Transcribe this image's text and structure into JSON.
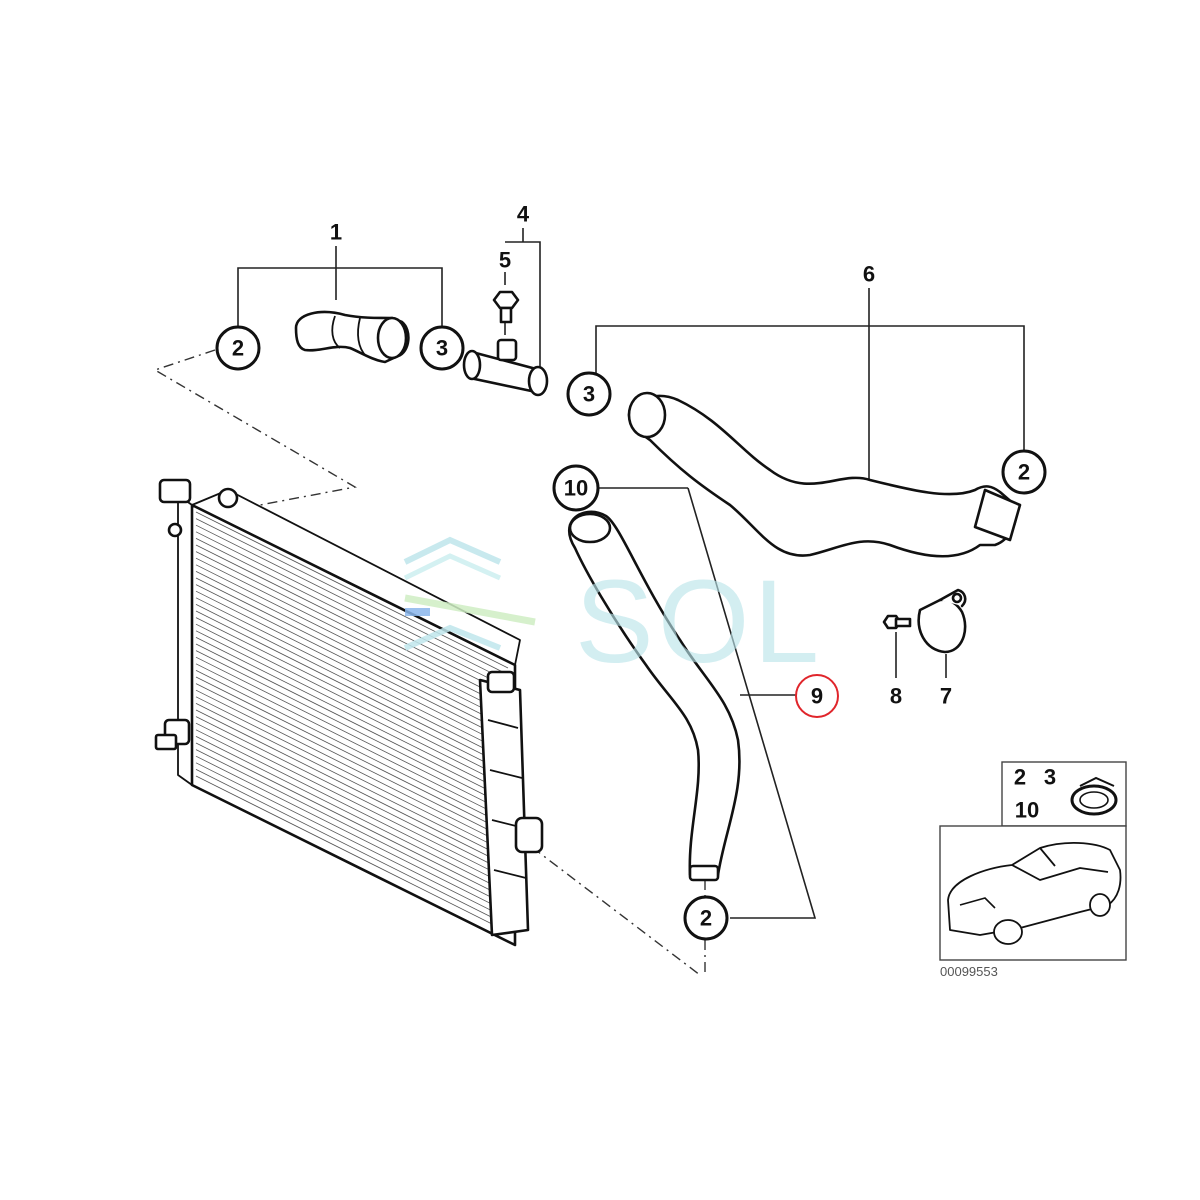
{
  "diagram": {
    "callouts": {
      "c1": "1",
      "c2a": "2",
      "c3a": "3",
      "c4": "4",
      "c5": "5",
      "c3b": "3",
      "c6": "6",
      "c2b": "2",
      "c10": "10",
      "c8": "8",
      "c7": "7",
      "c9": "9",
      "c2c": "2"
    },
    "inset": {
      "label_a": "2",
      "label_b": "3",
      "label_c": "10",
      "reference": "00099553"
    },
    "watermark": "SOL",
    "colors": {
      "highlight": "#e0252b",
      "line": "#222222",
      "watermark": "#b9e4ea"
    },
    "icons": [
      "radiator-icon",
      "hose-icon",
      "hose-clamp-icon",
      "bolt-icon",
      "connector-icon",
      "car-icon"
    ]
  }
}
